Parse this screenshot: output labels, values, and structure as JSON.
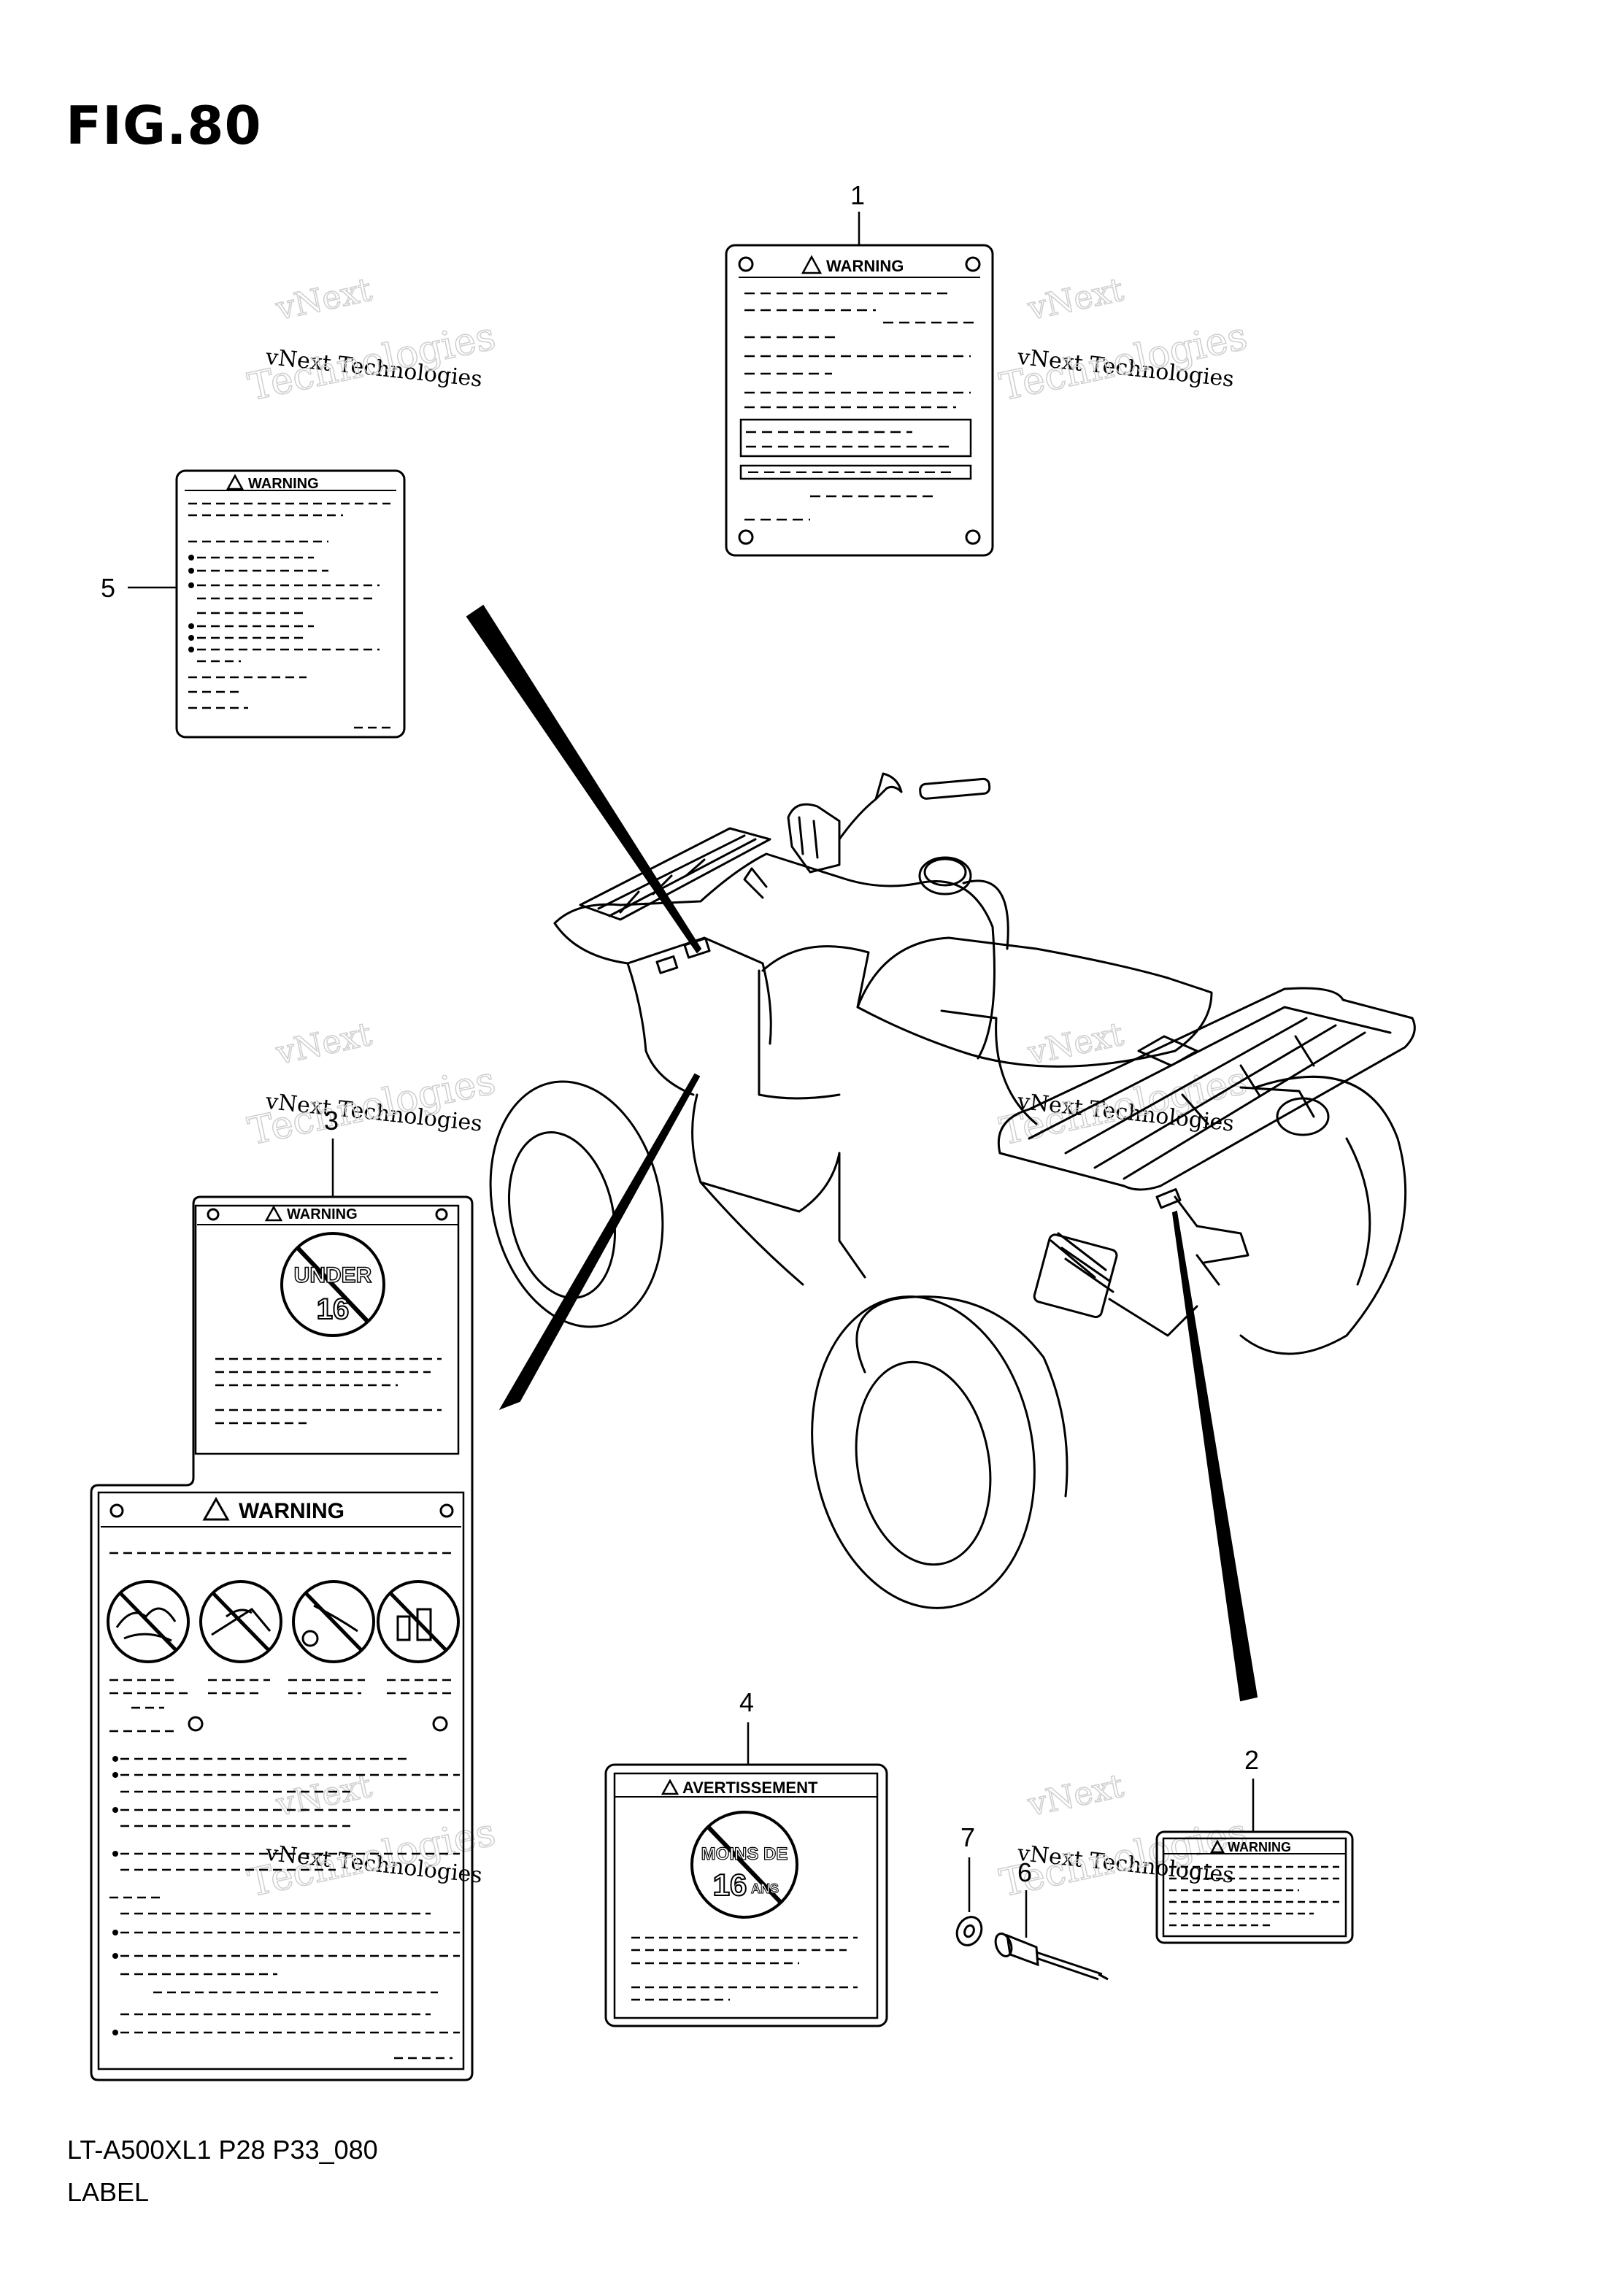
{
  "figure": {
    "title": "FIG.80",
    "footer_code": "LT-A500XL1 P28 P33_080",
    "footer_name": "LABEL"
  },
  "callouts": [
    {
      "id": "1"
    },
    {
      "id": "2"
    },
    {
      "id": "3"
    },
    {
      "id": "4"
    },
    {
      "id": "5"
    },
    {
      "id": "6"
    },
    {
      "id": "7"
    }
  ],
  "labels": {
    "warning": "WARNING",
    "avertissement": "AVERTISSEMENT",
    "under": "UNDER",
    "age": "16",
    "moins_de": "MOINS DE",
    "ans": "ANS"
  },
  "watermark": {
    "line1": "vNext",
    "line2": "vNext Technologies",
    "line3": "Technologies"
  }
}
